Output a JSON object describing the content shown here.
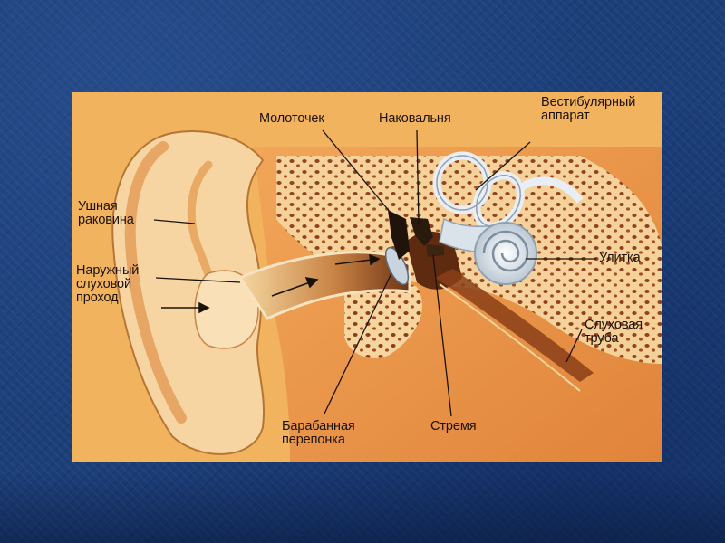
{
  "diagram": {
    "labels": {
      "auricle": "Ушная\nраковина",
      "ear_canal": "Наружный\nслуховой\nпроход",
      "malleus": "Молоточек",
      "incus": "Наковальня",
      "vestibular": "Вестибулярный\nаппарат",
      "cochlea": "Улитка",
      "eustachian_tube": "Слуховая\nтруба",
      "eardrum": "Барабанная\nперепонка",
      "stapes": "Стремя"
    },
    "colors": {
      "background": "#f2b35e",
      "bone": "#f7d9a8",
      "flesh": "#e9944a",
      "canal": "#8a4a1e",
      "inner_ear": "#dfe7ee",
      "slide": "#1c3f7a"
    }
  }
}
